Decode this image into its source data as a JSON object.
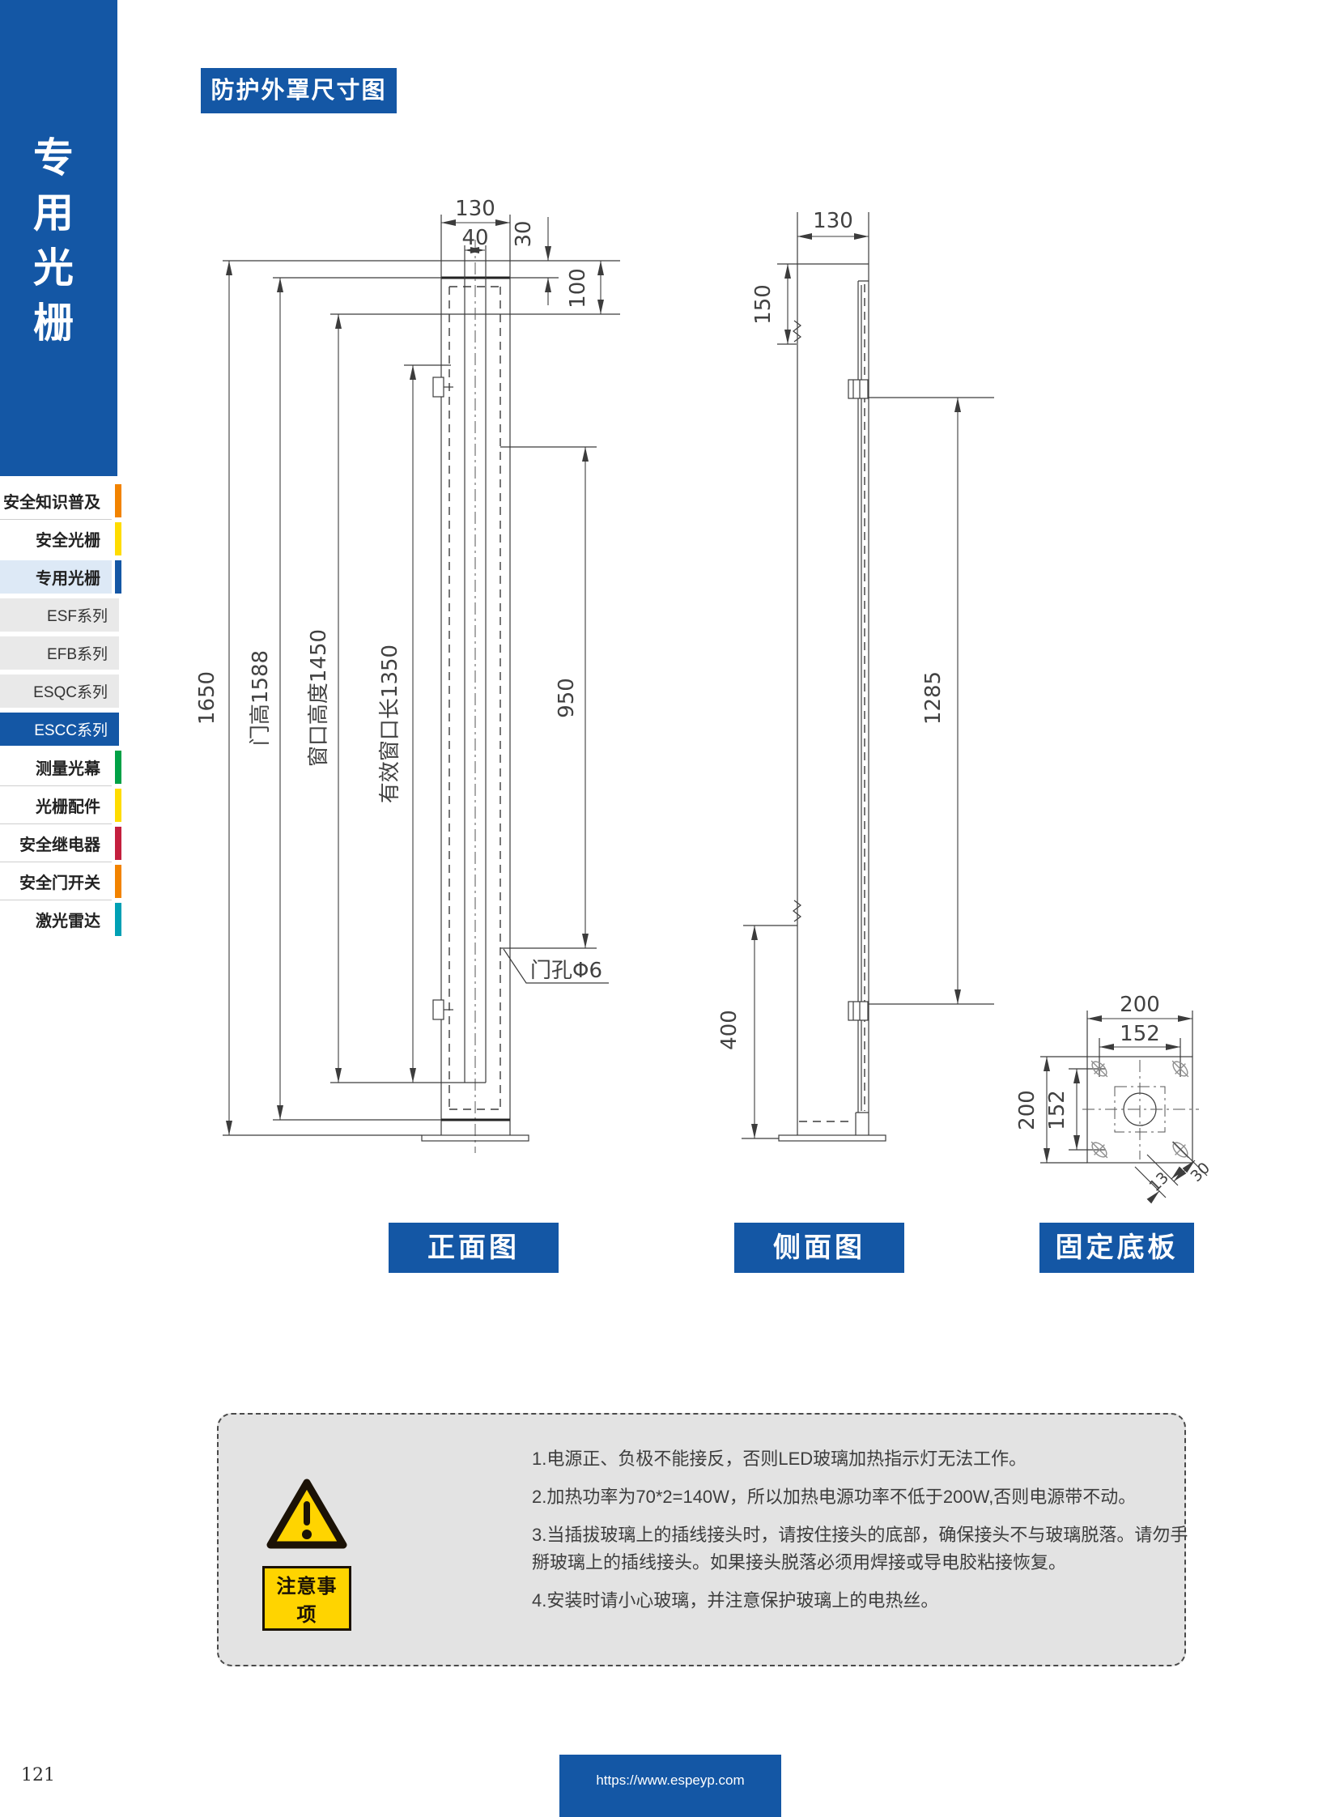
{
  "header": {
    "title": "防护外罩尺寸图"
  },
  "sidebar": {
    "vertical_title": "专用光栅",
    "items": [
      {
        "label": "安全知识普及",
        "accent": "#f28300"
      },
      {
        "label": "安全光栅",
        "accent": "#ffdc00"
      },
      {
        "label": "专用光栅",
        "accent": "#1457a5"
      },
      {
        "label": "ESF系列",
        "accent": null
      },
      {
        "label": "EFB系列",
        "accent": null
      },
      {
        "label": "ESQC系列",
        "accent": null
      },
      {
        "label": "ESCC系列",
        "accent": null
      },
      {
        "label": "测量光幕",
        "accent": "#00a146"
      },
      {
        "label": "光栅配件",
        "accent": "#ffdc00"
      },
      {
        "label": "安全继电器",
        "accent": "#c41f3e"
      },
      {
        "label": "安全门开关",
        "accent": "#f28300"
      },
      {
        "label": "激光雷达",
        "accent": "#00a0b4"
      }
    ]
  },
  "drawing": {
    "front": {
      "caption": "正面图",
      "dim_width": "130",
      "dim_slot_width": "40",
      "dim_top_offset": "30",
      "dim_head_height": "100",
      "dim_total_height": "1650",
      "dim_door_height": "门高1588",
      "dim_window_height": "窗口高度1450",
      "dim_effective_window": "有效窗口长1350",
      "dim_hole_distance": "950",
      "label_door_hole": "门孔Φ6"
    },
    "side": {
      "caption": "侧面图",
      "dim_width": "130",
      "dim_top_section": "150",
      "dim_glass_length": "1285",
      "dim_bottom_section": "400"
    },
    "base": {
      "caption": "固定底板",
      "dim_outer_width": "200",
      "dim_hole_pitch_x": "152",
      "dim_outer_height": "200",
      "dim_hole_pitch_y": "152",
      "dim_slot_width": "13",
      "dim_slot_length": "30"
    }
  },
  "notes": {
    "badge": "注意事项",
    "items": [
      "1.电源正、负极不能接反，否则LED玻璃加热指示灯无法工作。",
      "2.加热功率为70*2=140W，所以加热电源功率不低于200W,否则电源带不动。",
      "3.当插拔玻璃上的插线接头时，请按住接头的底部，确保接头不与玻璃脱落。请勿手掰玻璃上的插线接头。如果接头脱落必须用焊接或导电胶粘接恢复。",
      "4.安装时请小心玻璃，并注意保护玻璃上的电热丝。"
    ]
  },
  "footer": {
    "page_number": "121",
    "url": "https://www.espeyp.com"
  },
  "colors": {
    "brand_blue": "#1457a5",
    "highlight_bg": "#dde9f6",
    "warning_yellow": "#ffd400",
    "note_bg": "#e3e3e3",
    "accent_orange": "#f28300",
    "accent_yellow": "#ffdc00",
    "accent_green": "#00a146",
    "accent_red": "#c41f3e",
    "accent_teal": "#00a0b4"
  }
}
